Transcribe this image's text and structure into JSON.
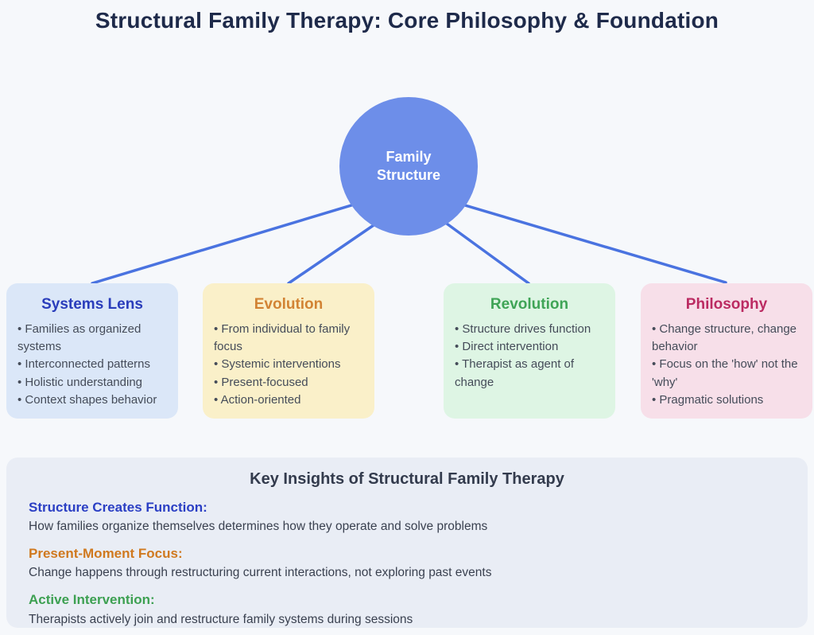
{
  "title": "Structural Family Therapy: Core Philosophy & Foundation",
  "center_node": {
    "label": "Family Structure"
  },
  "colors": {
    "page_background": "#f6f8fb",
    "title_text": "#1e2a4a",
    "circle_fill": "#6d8ee9",
    "circle_text": "#ffffff",
    "connector": "#4a73e0",
    "insights_panel_background": "#e9edf5",
    "insights_heading": "#333b4d",
    "body_text": "#454c59"
  },
  "boxes": [
    {
      "title": "Systems Lens",
      "title_color": "#2a3dbb",
      "bg": "#dbe7f8",
      "bullets": [
        "• Families as organized systems",
        "• Interconnected patterns",
        "• Holistic understanding",
        "• Context shapes behavior"
      ]
    },
    {
      "title": "Evolution",
      "title_color": "#d28334",
      "bg": "#faf0c9",
      "bullets": [
        "• From individual to family focus",
        "• Systemic interventions",
        "• Present-focused",
        "• Action-oriented"
      ]
    },
    {
      "title": "Revolution",
      "title_color": "#3fa456",
      "bg": "#def5e4",
      "bullets": [
        "• Structure drives function",
        "• Direct intervention",
        "• Therapist as agent of change"
      ]
    },
    {
      "title": "Philosophy",
      "title_color": "#bb2b62",
      "bg": "#f7dfe9",
      "bullets": [
        "• Change structure, change behavior",
        "• Focus on the 'how' not the 'why'",
        "• Pragmatic solutions"
      ]
    }
  ],
  "insights": {
    "heading": "Key Insights of Structural Family Therapy",
    "items": [
      {
        "label": "Structure Creates Function:",
        "color": "#2b3fc4",
        "text": "How families organize themselves determines how they operate and solve problems"
      },
      {
        "label": "Present-Moment Focus:",
        "color": "#d0791f",
        "text": "Change happens through restructuring current interactions, not exploring past events"
      },
      {
        "label": "Active Intervention:",
        "color": "#3da052",
        "text": "Therapists actively join and restructure family systems during sessions"
      }
    ]
  }
}
